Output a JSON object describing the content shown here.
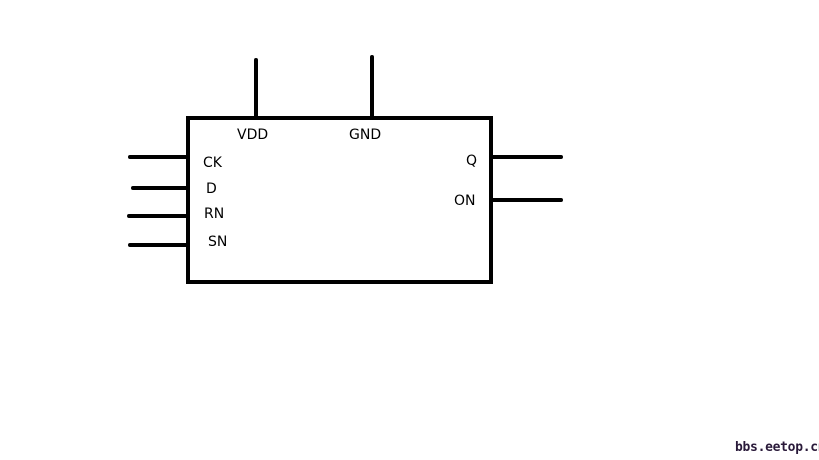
{
  "diagram": {
    "title": "Flip-flop cell symbol",
    "block": {
      "stroke_color": "#000000",
      "fill_color": "#ffffff"
    },
    "pins": {
      "top": [
        {
          "id": "vdd",
          "label": "VDD"
        },
        {
          "id": "gnd",
          "label": "GND"
        }
      ],
      "left": [
        {
          "id": "ck",
          "label": "CK"
        },
        {
          "id": "d",
          "label": "D"
        },
        {
          "id": "rn",
          "label": "RN"
        },
        {
          "id": "sn",
          "label": "SN"
        }
      ],
      "right": [
        {
          "id": "q",
          "label": "Q"
        },
        {
          "id": "on",
          "label": "ON"
        }
      ]
    }
  },
  "watermark": {
    "text": "bbs.eetop.cn",
    "color": "#2a1a3a"
  }
}
